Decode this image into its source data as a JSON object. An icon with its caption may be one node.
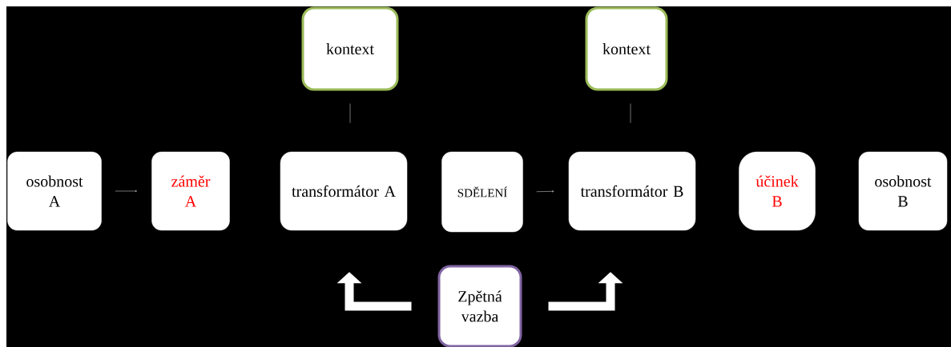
{
  "diagram": {
    "nodes": [
      {
        "text": [
          "osobnost A"
        ]
      },
      {
        "text": [
          "záměr A"
        ]
      },
      {
        "text": [
          "transformátor A"
        ]
      },
      {
        "text": [
          "SDĚLENÍ"
        ]
      },
      {
        "text": [
          "transformátor B"
        ]
      },
      {
        "text": [
          "účinek B"
        ]
      },
      {
        "text": [
          "osobnost B"
        ]
      },
      {
        "text": [
          "kontext"
        ]
      },
      {
        "text": [
          "kontext"
        ]
      },
      {
        "text": [
          "Zpětná vazba"
        ]
      }
    ],
    "edges": [
      {
        "from": 0,
        "to": 1,
        "arrow": "to"
      },
      {
        "from": 3,
        "to": 4,
        "arrow": "to"
      },
      {
        "from": 7,
        "to": 2,
        "arrow": "none"
      },
      {
        "from": 8,
        "to": 4,
        "arrow": "none"
      },
      {
        "from": 9,
        "to": 2,
        "arrow": "to",
        "style": "thick",
        "color": "#ffffff"
      },
      {
        "from": 9,
        "to": 4,
        "arrow": "to",
        "style": "thick",
        "color": "#ffffff"
      }
    ]
  }
}
